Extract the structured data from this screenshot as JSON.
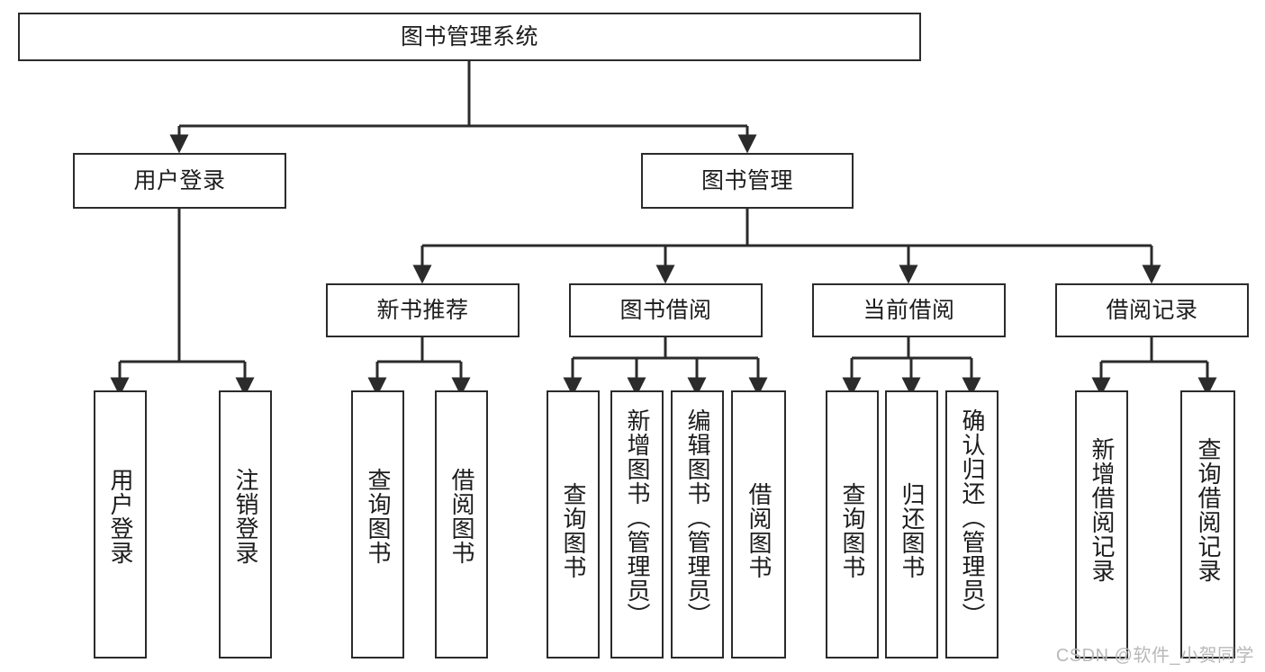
{
  "diagram": {
    "title": "图书管理系统",
    "type": "hierarchy-tree",
    "levels": 4,
    "root": {
      "label": "图书管理系统"
    },
    "level2": [
      {
        "label": "用户登录"
      },
      {
        "label": "图书管理"
      }
    ],
    "level3": [
      {
        "label": "新书推荐"
      },
      {
        "label": "图书借阅"
      },
      {
        "label": "当前借阅"
      },
      {
        "label": "借阅记录"
      }
    ],
    "leaves": {
      "user_login": [
        {
          "label": "用户登录"
        },
        {
          "label": "注销登录"
        }
      ],
      "new_book_recommend": [
        {
          "label": "查询图书"
        },
        {
          "label": "借阅图书"
        }
      ],
      "book_borrow": [
        {
          "label": "查询图书"
        },
        {
          "label": "新增图书（管理员）"
        },
        {
          "label": "编辑图书（管理员）"
        },
        {
          "label": "借阅图书"
        }
      ],
      "current_borrow": [
        {
          "label": "查询图书"
        },
        {
          "label": "归还图书"
        },
        {
          "label": "确认归还（管理员）"
        }
      ],
      "borrow_records": [
        {
          "label": "新增借阅记录"
        },
        {
          "label": "查询借阅记录"
        }
      ]
    }
  },
  "watermark": {
    "text": "CSDN @软件_小贺同学"
  },
  "colors": {
    "border": "#2b2b2b",
    "background": "#ffffff",
    "text": "#1c1c1c",
    "watermark": "#b9b9b9"
  }
}
